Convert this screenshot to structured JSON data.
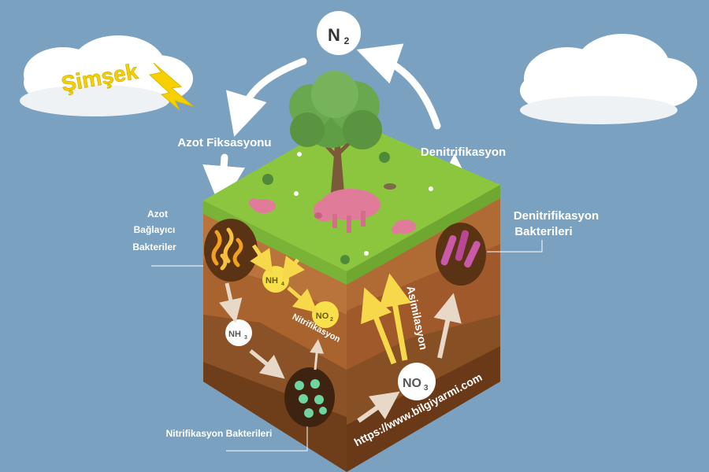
{
  "labels": {
    "lightning": "Şimşek",
    "n2": "N",
    "n2_sub": "2",
    "nitrogen_fixation": "Azot Fiksasyonu",
    "denitrification": "Denitrifikasyon",
    "fixing_bacteria_line1": "Azot",
    "fixing_bacteria_line2": "Bağlayıcı",
    "fixing_bacteria_line3": "Bakteriler",
    "denitrification_bacteria_line1": "Denitrifikasyon",
    "denitrification_bacteria_line2": "Bakterileri",
    "nh4": "NH",
    "nh4_sub": "4",
    "no2": "NO",
    "no2_sub": "2",
    "nh3": "NH",
    "nh3_sub": "3",
    "no3": "NO",
    "no3_sub": "3",
    "nitrification": "Nitrifikasyon",
    "assimilation": "Asimilasyon",
    "nitrification_bacteria": "Nitrifikasyon Bakterileri",
    "watermark_url": "https://www.bilgiyarmi.com"
  },
  "colors": {
    "sky": "#7aa2c0",
    "grass": "#8cc63f",
    "soil_dark": "#7a4520",
    "soil_mid": "#a8632e",
    "soil_light": "#c98a4a",
    "lightning_text": "#f5d000",
    "arrow_white": "#ffffff",
    "arrow_yellow": "#f7d84a",
    "pig": "#e07b9a",
    "tree_leaves": "#6aa84f"
  }
}
